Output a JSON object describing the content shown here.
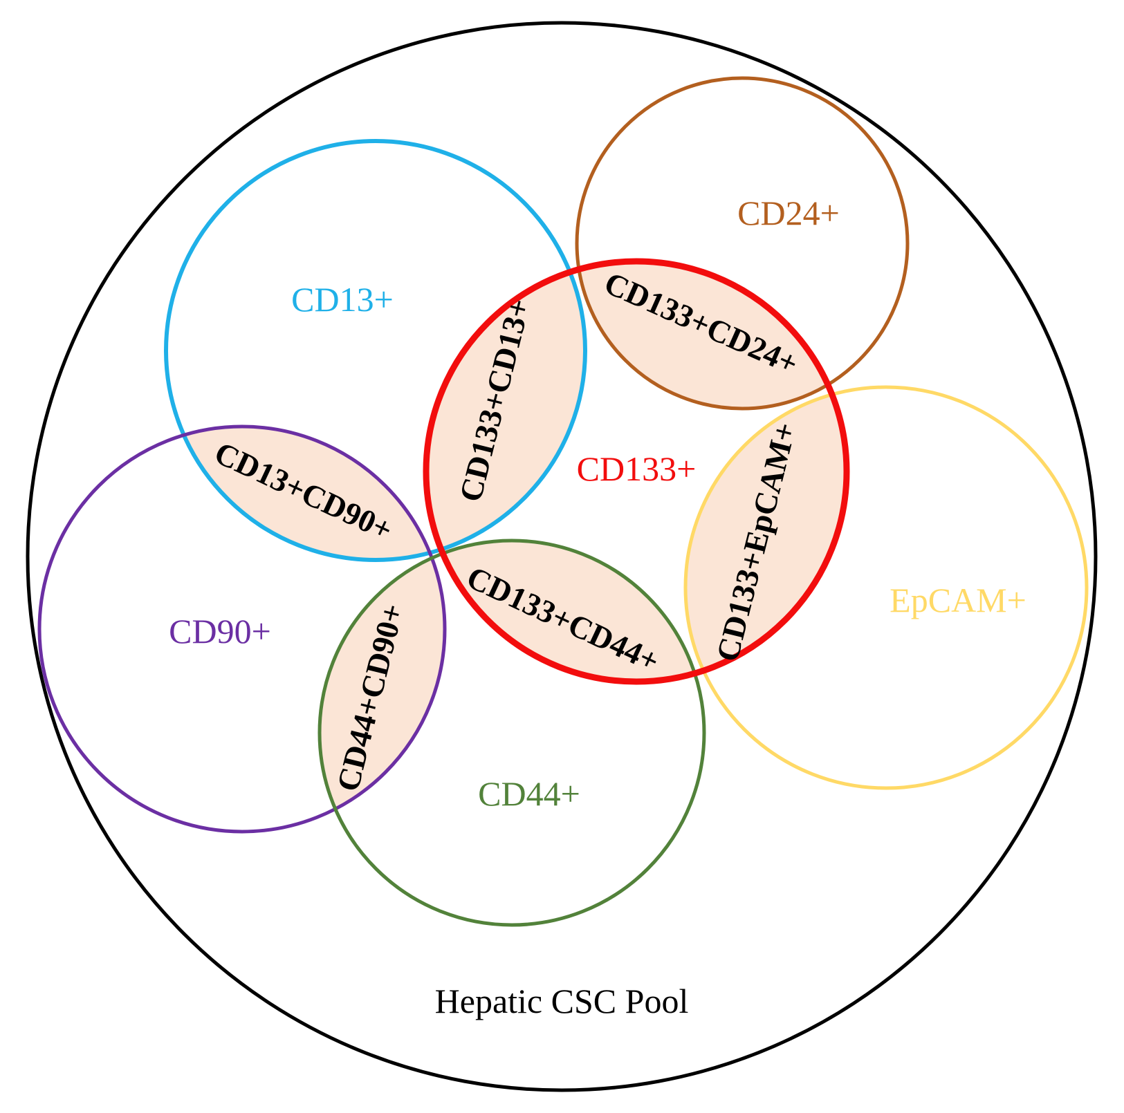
{
  "pool_label": "Hepatic CSC Pool",
  "sets": [
    {
      "id": "cd13",
      "label": "CD13+",
      "color": "#1fb0e8"
    },
    {
      "id": "cd24",
      "label": "CD24+",
      "color": "#b35f1f"
    },
    {
      "id": "cd133",
      "label": "CD133+",
      "color": "#f20d0d"
    },
    {
      "id": "cd90",
      "label": "CD90+",
      "color": "#6b2fa3"
    },
    {
      "id": "cd44",
      "label": "CD44+",
      "color": "#52823a"
    },
    {
      "id": "epcam",
      "label": "EpCAM+",
      "color": "#ffd966"
    }
  ],
  "overlaps": [
    {
      "id": "cd133-cd13",
      "label": "CD133+CD13+"
    },
    {
      "id": "cd133-cd24",
      "label": "CD133+CD24+"
    },
    {
      "id": "cd13-cd90",
      "label": "CD13+CD90+"
    },
    {
      "id": "cd133-epcam",
      "label": "CD133+EpCAM+"
    },
    {
      "id": "cd133-cd44",
      "label": "CD133+CD44+"
    },
    {
      "id": "cd44-cd90",
      "label": "CD44+CD90+"
    }
  ],
  "overlap_fill": "#fbe5d6"
}
